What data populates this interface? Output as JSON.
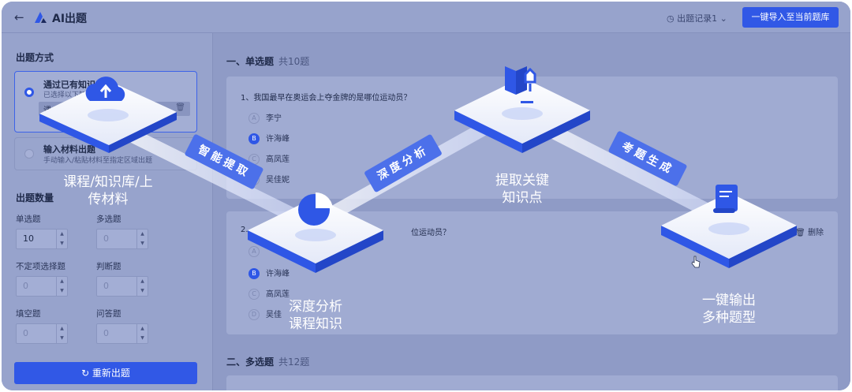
{
  "header": {
    "back_glyph": "←",
    "title": "AI出题",
    "history": "◷ 出题记录1 ⌄",
    "import_button": "一键导入至当前题库"
  },
  "sidebar": {
    "mode_section": "出题方式",
    "modes": [
      {
        "name": "通过已有知识",
        "sub": "已选择以下知",
        "pill": "课"
      },
      {
        "name": "输入材料出题",
        "sub": "手动输入/粘贴材料至指定区域出题"
      }
    ],
    "count_section": "出题数量",
    "fields": [
      {
        "label": "单选题",
        "value": "10"
      },
      {
        "label": "多选题",
        "value": "0"
      },
      {
        "label": "不定项选择题",
        "value": "0"
      },
      {
        "label": "判断题",
        "value": "0"
      },
      {
        "label": "填空题",
        "value": "0"
      },
      {
        "label": "问答题",
        "value": "0"
      }
    ],
    "regen_button": "↻ 重新出题"
  },
  "content": {
    "group1_title": "一、单选题",
    "group1_count": "共10题",
    "q1": {
      "text": "1、我国最早在奥运会上夺金牌的是哪位运动员？",
      "options": [
        {
          "letter": "A",
          "text": "李宁"
        },
        {
          "letter": "B",
          "text": "许海峰"
        },
        {
          "letter": "C",
          "text": "高凤莲"
        },
        {
          "letter": "D",
          "text": "吴佳妮"
        }
      ]
    },
    "q2": {
      "text_prefix": "2.",
      "text": "位运动员？",
      "delete": "删除",
      "options": [
        {
          "letter": "A",
          "text": ""
        },
        {
          "letter": "B",
          "text": "许海峰"
        },
        {
          "letter": "C",
          "text": "高凤莲"
        },
        {
          "letter": "D",
          "text": "吴佳"
        }
      ]
    },
    "group2_title": "二、多选题",
    "group2_count": "共12题"
  },
  "overlay": {
    "steps": [
      {
        "label": "课程/知识库/上\n传材料",
        "icon": "cloud-upload-icon"
      },
      {
        "label": "深度分析\n课程知识",
        "icon": "pie-chart-icon"
      },
      {
        "label": "提取关键\n知识点",
        "icon": "book-upload-icon"
      },
      {
        "label": "一键输出\n多种题型",
        "icon": "scroll-icon"
      }
    ],
    "arrows": [
      "智能提取",
      "深度分析",
      "考题生成"
    ]
  },
  "colors": {
    "accent": "#3158e6",
    "overlay_tint": "#8f9bc6",
    "platform_blue": "#2f57e6"
  }
}
